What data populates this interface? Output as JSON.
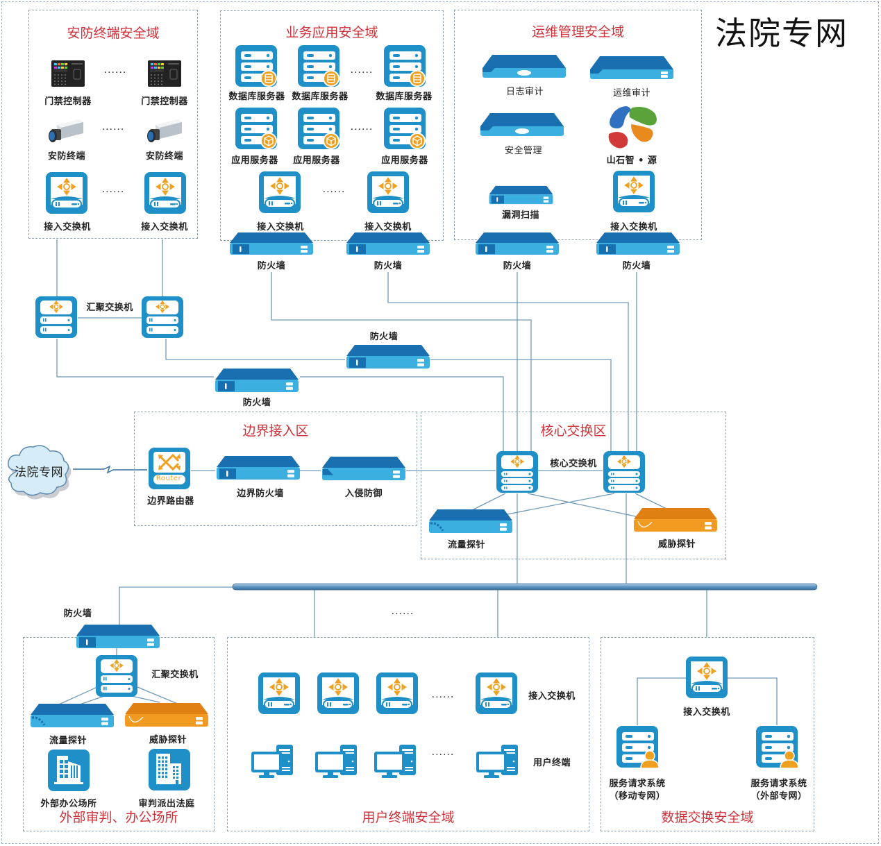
{
  "title": "法院专网",
  "dots": "......",
  "colors": {
    "zone_title": "#d0323a",
    "device_blue": "#1f8fc8",
    "device_dark": "#1a6fb0",
    "accent_orange": "#f0a020",
    "probe_orange": "#e8891a",
    "line": "#6f9bb8"
  },
  "zones": {
    "security_terminal": {
      "title": "安防终端安全域",
      "door_controller": "门禁控制器",
      "camera": "安防终端",
      "access_switch": "接入交换机"
    },
    "business_app": {
      "title": "业务应用安全域",
      "db_server": "数据库服务器",
      "app_server": "应用服务器",
      "access_switch": "接入交换机"
    },
    "ops_mgmt": {
      "title": "运维管理安全域",
      "log_audit": "日志审计",
      "ops_audit": "运维审计",
      "security_mgmt": "安全管理",
      "brand": "山石智 • 源",
      "vuln_scan": "漏洞扫描",
      "access_switch": "接入交换机"
    },
    "border": {
      "title": "边界接入区",
      "router": "边界路由器",
      "router_badge": "Router",
      "border_firewall": "边界防火墙",
      "ips": "入侵防御"
    },
    "core": {
      "title": "核心交换区",
      "core_switch": "核心交换机",
      "flow_probe": "流量探针",
      "threat_probe": "威胁探针"
    },
    "external": {
      "title": "外部审判、办公场所",
      "firewall": "防火墙",
      "agg_switch": "汇聚交换机",
      "flow_probe": "流量探针",
      "threat_probe": "威胁探针",
      "office": "外部办公场所",
      "court": "审判派出法庭"
    },
    "user_terminal": {
      "title": "用户终端安全域",
      "access_switch": "接入交换机",
      "terminal": "用户终端"
    },
    "data_exchange": {
      "title": "数据交换安全域",
      "access_switch": "接入交换机",
      "svc_mobile_l1": "服务请求系统",
      "svc_mobile_l2": "（移动专网）",
      "svc_ext_l1": "服务请求系统",
      "svc_ext_l2": "（外部专网）"
    }
  },
  "middle": {
    "firewall": "防火墙",
    "agg_switch": "汇聚交换机",
    "cloud": "法院专网"
  }
}
